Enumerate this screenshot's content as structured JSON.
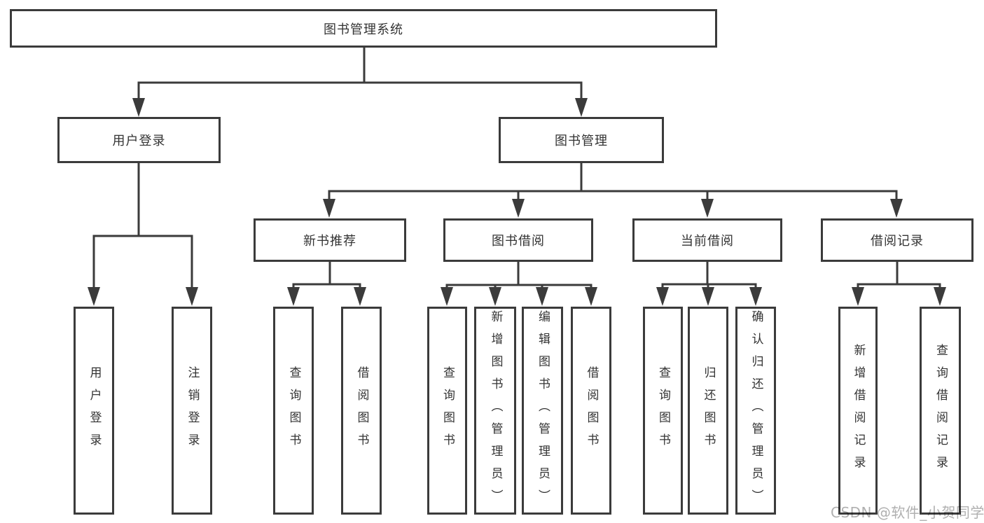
{
  "tree": {
    "root": "图书管理系统",
    "children": [
      {
        "label": "用户登录",
        "children": [
          {
            "label": "用户登录"
          },
          {
            "label": "注销登录"
          }
        ]
      },
      {
        "label": "图书管理",
        "children": [
          {
            "label": "新书推荐",
            "children": [
              {
                "label": "查询图书"
              },
              {
                "label": "借阅图书"
              }
            ]
          },
          {
            "label": "图书借阅",
            "children": [
              {
                "label": "查询图书"
              },
              {
                "label": "新增图书（管理员）"
              },
              {
                "label": "编辑图书（管理员）"
              },
              {
                "label": "借阅图书"
              }
            ]
          },
          {
            "label": "当前借阅",
            "children": [
              {
                "label": "查询图书"
              },
              {
                "label": "归还图书"
              },
              {
                "label": "确认归还（管理员）"
              }
            ]
          },
          {
            "label": "借阅记录",
            "children": [
              {
                "label": "新增借阅记录"
              },
              {
                "label": "查询借阅记录"
              }
            ]
          }
        ]
      }
    ]
  },
  "watermark": {
    "text": "CSDN @软件_小贺同学"
  },
  "colors": {
    "line": "#3b3b3b",
    "box_border": "#3b3b3b",
    "box_fill": "#ffffff",
    "text": "#333333",
    "watermark": "#b0b0b0",
    "background": "#ffffff"
  }
}
